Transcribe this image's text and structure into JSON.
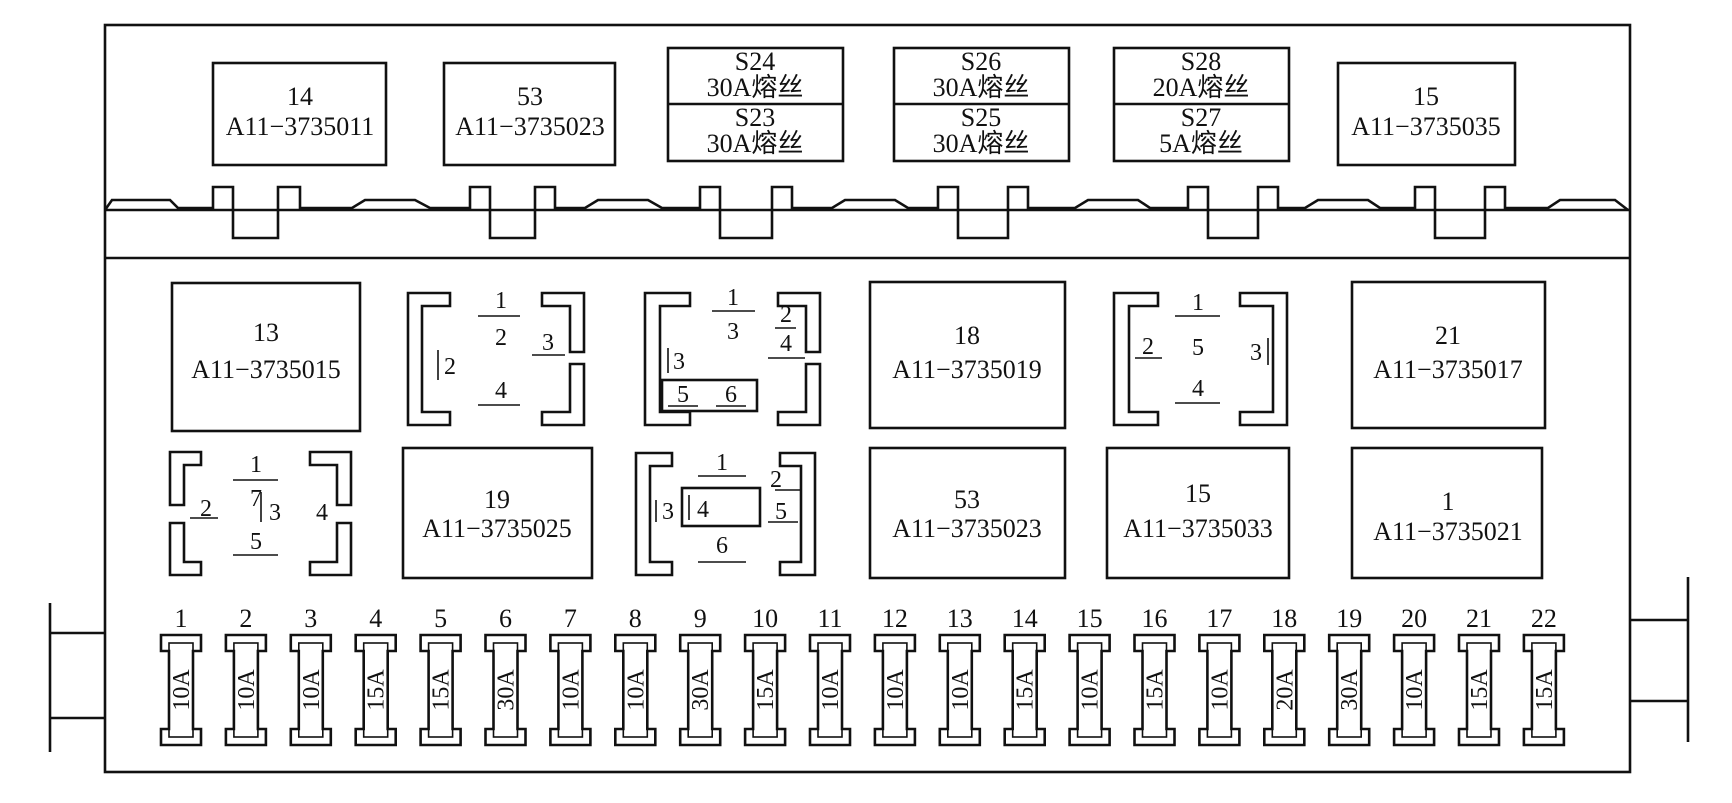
{
  "relays_top": [
    {
      "number": "14",
      "part": "A11−3735011"
    },
    {
      "number": "53",
      "part": "A11−3735023"
    },
    {
      "number": "15",
      "part": "A11−3735035"
    }
  ],
  "fuse_pairs": [
    {
      "top_label": "S24",
      "top_rating": "30A熔丝",
      "bottom_label": "S23",
      "bottom_rating": "30A熔丝"
    },
    {
      "top_label": "S26",
      "top_rating": "30A熔丝",
      "bottom_label": "S25",
      "bottom_rating": "30A熔丝"
    },
    {
      "top_label": "S28",
      "top_rating": "20A熔丝",
      "bottom_label": "S27",
      "bottom_rating": "5A熔丝"
    }
  ],
  "relays_middle": [
    {
      "number": "13",
      "part": "A11−3735015"
    },
    {
      "number": "18",
      "part": "A11−3735019"
    },
    {
      "number": "21",
      "part": "A11−3735017"
    },
    {
      "number": "19",
      "part": "A11−3735025"
    },
    {
      "number": "53",
      "part": "A11−3735023"
    },
    {
      "number": "15",
      "part": "A11−3735033"
    },
    {
      "number": "1",
      "part": "A11−3735021"
    }
  ],
  "sockets": [
    {
      "pins": [
        "1",
        "2",
        "3",
        "2",
        "4"
      ]
    },
    {
      "pins": [
        "1",
        "3",
        "2",
        "4",
        "3",
        "5",
        "6"
      ]
    },
    {
      "pins": [
        "1",
        "5",
        "2",
        "3",
        "4"
      ]
    },
    {
      "pins": [
        "1",
        "7",
        "2",
        "3",
        "4",
        "5"
      ]
    },
    {
      "pins": [
        "1",
        "2",
        "3",
        "4",
        "5",
        "6"
      ]
    }
  ],
  "fuses": [
    {
      "number": "1",
      "rating": "10A"
    },
    {
      "number": "2",
      "rating": "10A"
    },
    {
      "number": "3",
      "rating": "10A"
    },
    {
      "number": "4",
      "rating": "15A"
    },
    {
      "number": "5",
      "rating": "15A"
    },
    {
      "number": "6",
      "rating": "30A"
    },
    {
      "number": "7",
      "rating": "10A"
    },
    {
      "number": "8",
      "rating": "10A"
    },
    {
      "number": "9",
      "rating": "30A"
    },
    {
      "number": "10",
      "rating": "15A"
    },
    {
      "number": "11",
      "rating": "10A"
    },
    {
      "number": "12",
      "rating": "10A"
    },
    {
      "number": "13",
      "rating": "10A"
    },
    {
      "number": "14",
      "rating": "15A"
    },
    {
      "number": "15",
      "rating": "10A"
    },
    {
      "number": "16",
      "rating": "15A"
    },
    {
      "number": "17",
      "rating": "10A"
    },
    {
      "number": "18",
      "rating": "20A"
    },
    {
      "number": "19",
      "rating": "30A"
    },
    {
      "number": "20",
      "rating": "10A"
    },
    {
      "number": "21",
      "rating": "15A"
    },
    {
      "number": "22",
      "rating": "15A"
    }
  ]
}
